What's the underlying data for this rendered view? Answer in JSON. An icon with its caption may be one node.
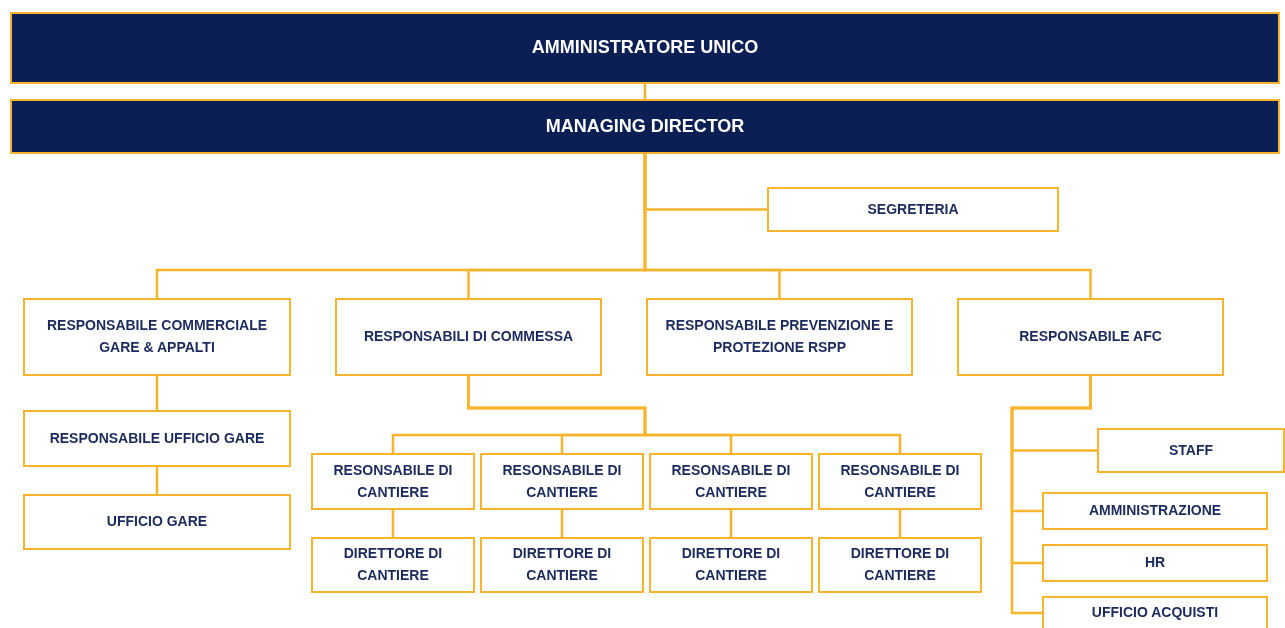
{
  "diagram": {
    "nodes": [
      {
        "text": [
          "AMMINISTRATORE UNICO"
        ]
      },
      {
        "text": [
          "MANAGING DIRECTOR"
        ]
      },
      {
        "text": [
          "SEGRETERIA"
        ]
      },
      {
        "text": [
          "RESPONSABILE COMMERCIALE GARE & APPALTI"
        ]
      },
      {
        "text": [
          "RESPONSABILI DI COMMESSA"
        ]
      },
      {
        "text": [
          "RESPONSABILE PREVENZIONE E PROTEZIONE RSPP"
        ]
      },
      {
        "text": [
          "RESPONSABILE AFC"
        ]
      },
      {
        "text": [
          "RESPONSABILE UFFICIO GARE"
        ]
      },
      {
        "text": [
          "UFFICIO GARE"
        ]
      },
      {
        "text": [
          "RESONSABILE DI CANTIERE"
        ]
      },
      {
        "text": [
          "RESONSABILE DI CANTIERE"
        ]
      },
      {
        "text": [
          "RESONSABILE DI CANTIERE"
        ]
      },
      {
        "text": [
          "RESONSABILE DI CANTIERE"
        ]
      },
      {
        "text": [
          "DIRETTORE DI CANTIERE"
        ]
      },
      {
        "text": [
          "DIRETTORE DI CANTIERE"
        ]
      },
      {
        "text": [
          "DIRETTORE DI CANTIERE"
        ]
      },
      {
        "text": [
          "DIRETTORE DI CANTIERE"
        ]
      },
      {
        "text": [
          "STAFF"
        ]
      },
      {
        "text": [
          "AMMINISTRAZIONE"
        ]
      },
      {
        "text": [
          "HR"
        ]
      },
      {
        "text": [
          "UFFICIO ACQUISTI"
        ]
      }
    ],
    "edges": [
      {
        "from": 0,
        "to": 1,
        "arrow": "none"
      },
      {
        "from": 1,
        "to": 2,
        "arrow": "none"
      },
      {
        "from": 1,
        "to": 3,
        "arrow": "none"
      },
      {
        "from": 1,
        "to": 4,
        "arrow": "none"
      },
      {
        "from": 1,
        "to": 5,
        "arrow": "none"
      },
      {
        "from": 1,
        "to": 6,
        "arrow": "none"
      },
      {
        "from": 3,
        "to": 7,
        "arrow": "none"
      },
      {
        "from": 7,
        "to": 8,
        "arrow": "none"
      },
      {
        "from": 4,
        "to": 9,
        "arrow": "none"
      },
      {
        "from": 4,
        "to": 10,
        "arrow": "none"
      },
      {
        "from": 4,
        "to": 11,
        "arrow": "none"
      },
      {
        "from": 4,
        "to": 12,
        "arrow": "none"
      },
      {
        "from": 9,
        "to": 13,
        "arrow": "none"
      },
      {
        "from": 10,
        "to": 14,
        "arrow": "none"
      },
      {
        "from": 11,
        "to": 15,
        "arrow": "none"
      },
      {
        "from": 12,
        "to": 16,
        "arrow": "none"
      },
      {
        "from": 6,
        "to": 17,
        "arrow": "none"
      },
      {
        "from": 6,
        "to": 18,
        "arrow": "none"
      },
      {
        "from": 6,
        "to": 19,
        "arrow": "none"
      },
      {
        "from": 6,
        "to": 20,
        "arrow": "none"
      }
    ]
  }
}
